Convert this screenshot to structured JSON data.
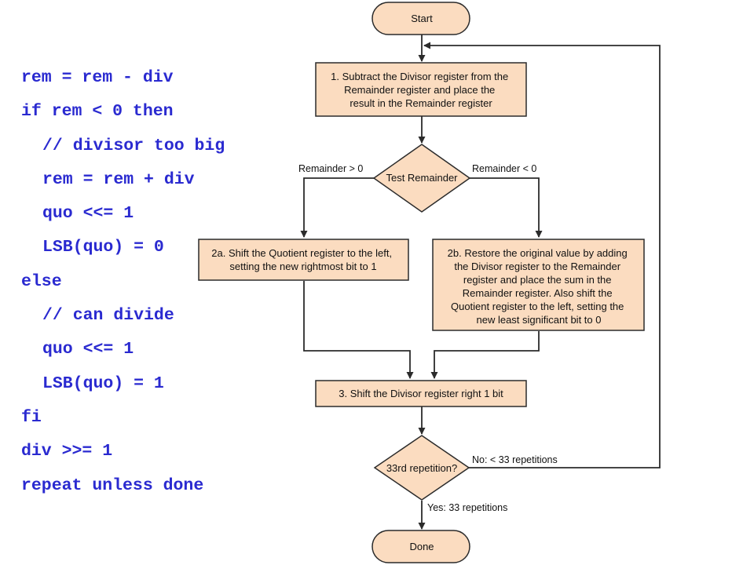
{
  "code": [
    {
      "text": "rem = rem - div",
      "indent": 0
    },
    {
      "text": "if rem < 0 then",
      "indent": 0
    },
    {
      "text": "// divisor too big",
      "indent": 1
    },
    {
      "text": "rem = rem + div",
      "indent": 1
    },
    {
      "text": "quo <<= 1",
      "indent": 1
    },
    {
      "text": "LSB(quo) = 0",
      "indent": 1
    },
    {
      "text": "else",
      "indent": 0
    },
    {
      "text": "// can divide",
      "indent": 1
    },
    {
      "text": "quo <<= 1",
      "indent": 1
    },
    {
      "text": "LSB(quo) = 1",
      "indent": 1
    },
    {
      "text": "fi",
      "indent": 0
    },
    {
      "text": "div >>= 1",
      "indent": 0
    },
    {
      "text": "repeat unless done",
      "indent": 0
    }
  ],
  "flowchart": {
    "start": "Start",
    "step1": [
      "1. Subtract the Divisor register from the",
      "Remainder register and place the",
      "result in the Remainder register"
    ],
    "test": "Test Remainder",
    "branch_ge": "Remainder > 0",
    "branch_lt": "Remainder < 0",
    "step2a": [
      "2a. Shift the Quotient register to the left,",
      "setting the new rightmost bit to 1"
    ],
    "step2b": [
      "2b. Restore the original value by adding",
      "the Divisor register to the Remainder",
      "register and place the sum in the",
      "Remainder register. Also shift the",
      "Quotient register to the left, setting the",
      "new least significant bit to 0"
    ],
    "step3": "3. Shift the Divisor register right 1 bit",
    "repeat_q": "33rd repetition?",
    "no_label": "No:  < 33 repetitions",
    "yes_label": "Yes:  33 repetitions",
    "done": "Done"
  },
  "colors": {
    "code_text": "#2a2ad0",
    "box_fill": "#fbdcc0",
    "stroke": "#2b2b2b"
  }
}
